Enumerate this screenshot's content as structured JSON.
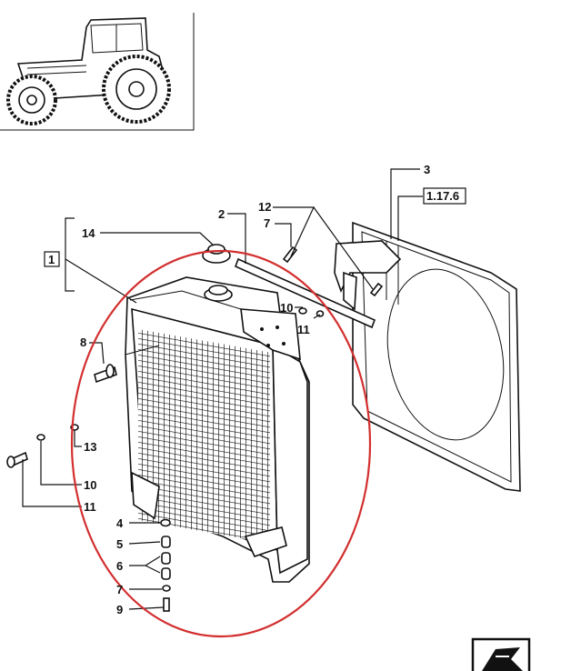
{
  "callouts": {
    "c14": "14",
    "c1": "1",
    "c2": "2",
    "c12": "12",
    "c7a": "7",
    "c3": "3",
    "ref": "1.17.6",
    "c10a": "10",
    "c11a": "11",
    "c8": "8",
    "c13": "13",
    "c10b": "10",
    "c11b": "11",
    "c4": "4",
    "c5": "5",
    "c6": "6",
    "c7b": "7",
    "c9": "9"
  },
  "colors": {
    "highlight_ellipse": "#d32f2f",
    "line": "#111111"
  },
  "icons": {
    "tractor": "tractor-icon",
    "nav": "next-page-arrow-icon"
  }
}
